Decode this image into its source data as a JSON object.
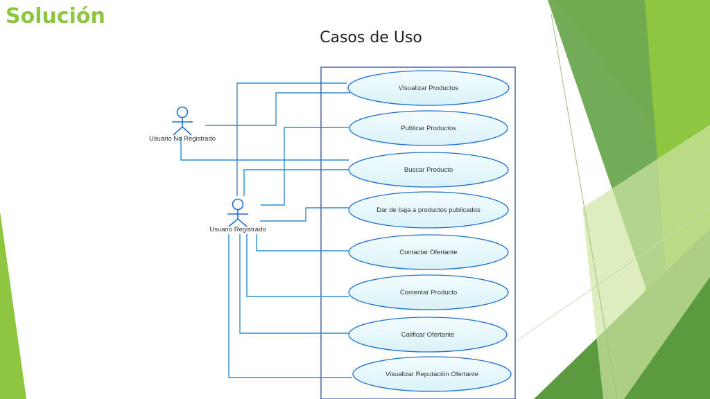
{
  "slide": {
    "title": "Solución",
    "subtitle": "Casos de Uso"
  },
  "actors": [
    {
      "id": "no-registrado",
      "label": "Usuario No Registrado"
    },
    {
      "id": "registrado",
      "label": "Usuario Registrado"
    }
  ],
  "use_cases": [
    {
      "label": "Visualizar Productos"
    },
    {
      "label": "Publicar Productos"
    },
    {
      "label": "Buscar Producto"
    },
    {
      "label": "Dar de baja a productos publicados"
    },
    {
      "label": "Contactar Ofertante"
    },
    {
      "label": "Comentar Producto"
    },
    {
      "label": "Calificar Ofertante"
    },
    {
      "label": "Visualizar Reputación Ofertante"
    }
  ],
  "colors": {
    "accent_green": "#8dc63f",
    "dark_green": "#5b9a3e",
    "line_blue": "#2e8bd6",
    "boundary_blue": "#1f3a9e",
    "ellipse_fill": "#e6f8fb",
    "ellipse_stroke": "#1e6fd0"
  }
}
